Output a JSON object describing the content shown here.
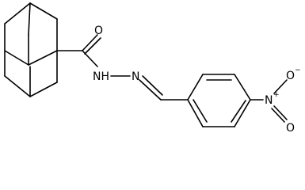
{
  "molecule": {
    "atoms": {
      "o_carbonyl": "O",
      "nh": "NH",
      "n_imine": "N",
      "n_nitro": "N",
      "n_nitro_charge": "+",
      "o_nitro_single": "O",
      "o_nitro_single_charge": "−",
      "o_nitro_double": "O"
    }
  },
  "colors": {
    "bond": "#000000",
    "label": "#000000",
    "background": "#ffffff"
  }
}
